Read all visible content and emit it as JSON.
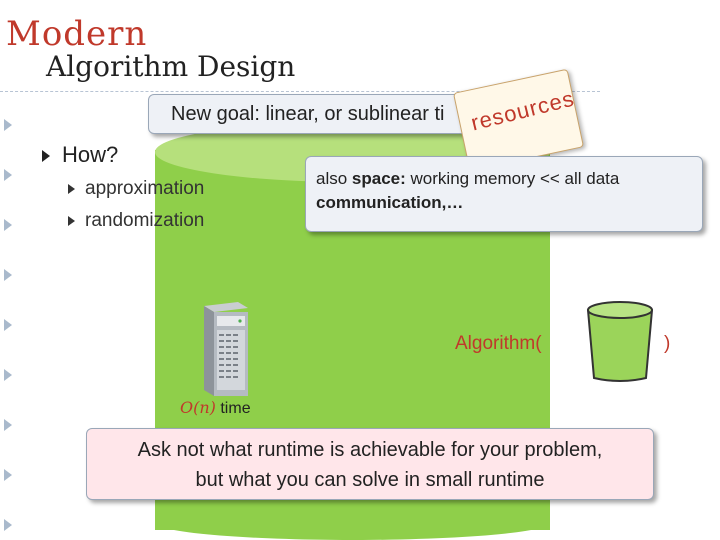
{
  "title": {
    "modern": "Modern",
    "main": "Algorithm Design"
  },
  "goal_callout": "New goal:  linear, or sublinear ti",
  "resources_note": "resources",
  "bullets": {
    "main": "How?",
    "sub": [
      "approximation",
      "randomization"
    ]
  },
  "space_callout": {
    "prefix": "also ",
    "space_bold": "space:",
    "space_rest": " working memory << all data",
    "communication_bold": "communication,…"
  },
  "server": {
    "complexity": "O(n)",
    "label": "time"
  },
  "algorithm": {
    "label": "Algorithm(",
    "close": ")"
  },
  "ask_callout": {
    "line1": "Ask not what runtime is achievable for your problem,",
    "line2": "but what you can solve in small runtime"
  },
  "colors": {
    "accent_red": "#c0392b",
    "cylinder_green": "#8fcf4a",
    "callout_bg": "#eef1f6",
    "ask_bg": "#ffe6ea"
  },
  "icons": [
    "server-icon",
    "bucket-icon",
    "bullet-arrow-icon"
  ]
}
